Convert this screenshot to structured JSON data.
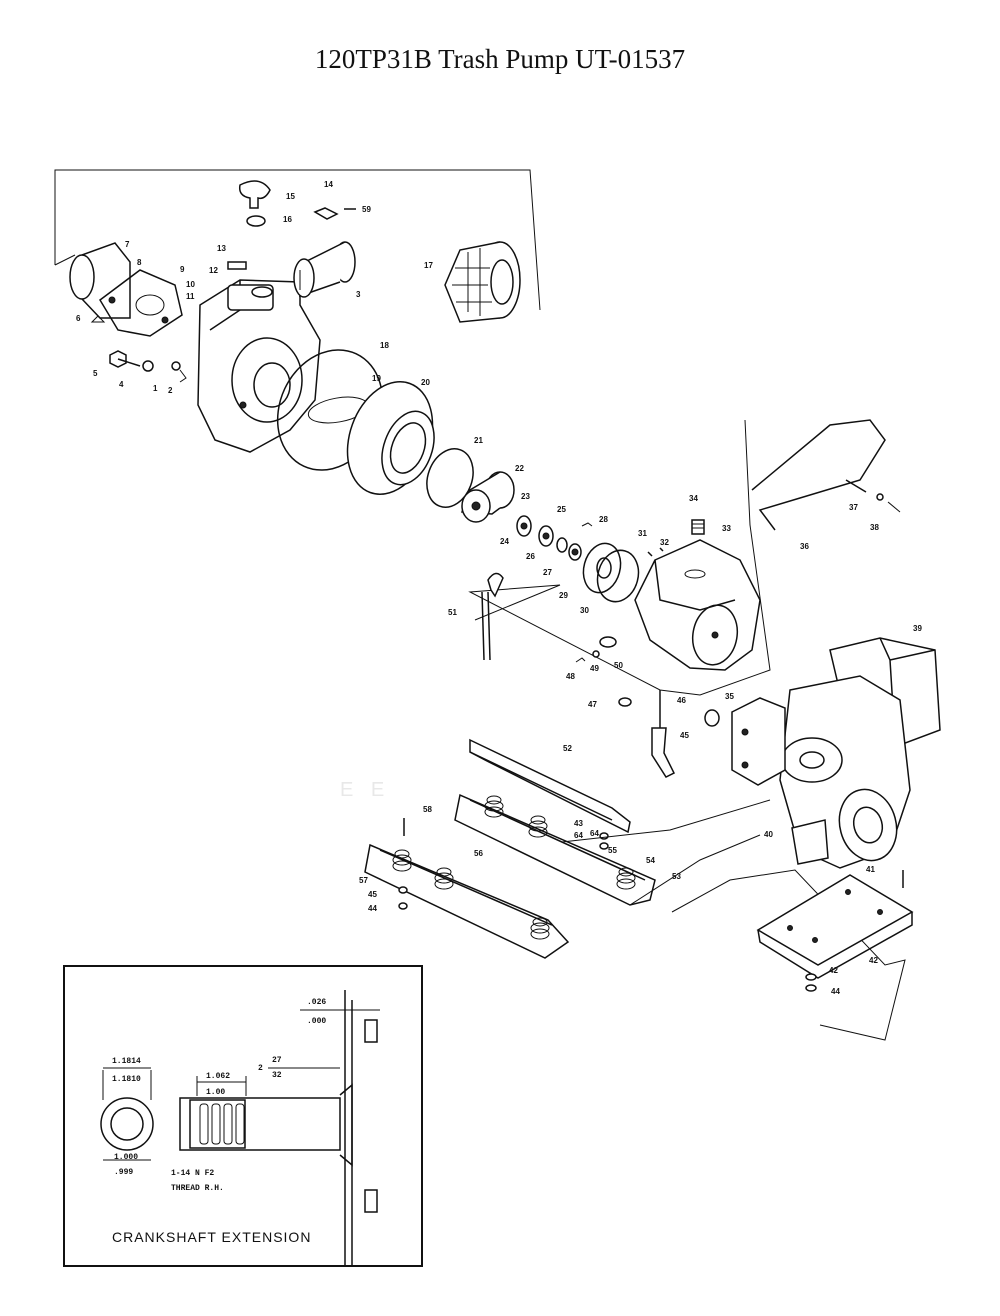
{
  "title": "120TP31B Trash Pump UT-01537",
  "watermark": "E E",
  "part_numbers": [
    "1",
    "2",
    "3",
    "4",
    "5",
    "6",
    "7",
    "8",
    "9",
    "10",
    "11",
    "12",
    "13",
    "14",
    "15",
    "16",
    "17",
    "18",
    "19",
    "20",
    "21",
    "22",
    "23",
    "24",
    "25",
    "26",
    "27",
    "28",
    "29",
    "30",
    "31",
    "32",
    "33",
    "34",
    "35",
    "36",
    "37",
    "38",
    "39",
    "40",
    "41",
    "42",
    "42",
    "43",
    "44",
    "44",
    "45",
    "45",
    "46",
    "47",
    "48",
    "49",
    "50",
    "51",
    "52",
    "53",
    "54",
    "55",
    "56",
    "57",
    "58",
    "59",
    "64",
    "64"
  ],
  "inset": {
    "caption": "CRANKSHAFT EXTENSION",
    "dim_top_a": ".026",
    "dim_top_b": ".000",
    "dim_bore_a": "1.1814",
    "dim_bore_b": "1.1810",
    "dim_len_a": "1.062",
    "dim_len_b": "1.00",
    "dim_frac_prefix": "2",
    "dim_frac_num": "27",
    "dim_frac_den": "32",
    "dim_od_a": "1.000",
    "dim_od_b": ".999",
    "thread_a": "1-14 N F2",
    "thread_b": "THREAD R.H."
  }
}
